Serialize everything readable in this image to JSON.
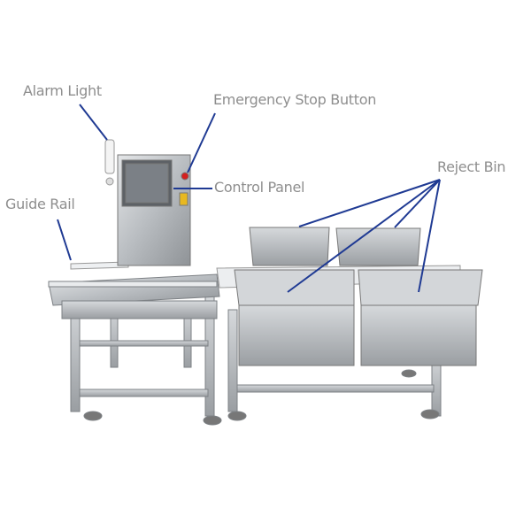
{
  "labels": {
    "alarm_light": "Alarm Light",
    "emergency_stop": "Emergency Stop Button",
    "control_panel": "Control Panel",
    "guide_rail": "Guide Rail",
    "reject_bin": "Reject Bin"
  },
  "colors": {
    "label_text": "#8e8e8e",
    "leader_line": "#1f3a93",
    "steel": "#b8bcc0",
    "emergency_button": "#d42020",
    "switch": "#e8b820"
  }
}
